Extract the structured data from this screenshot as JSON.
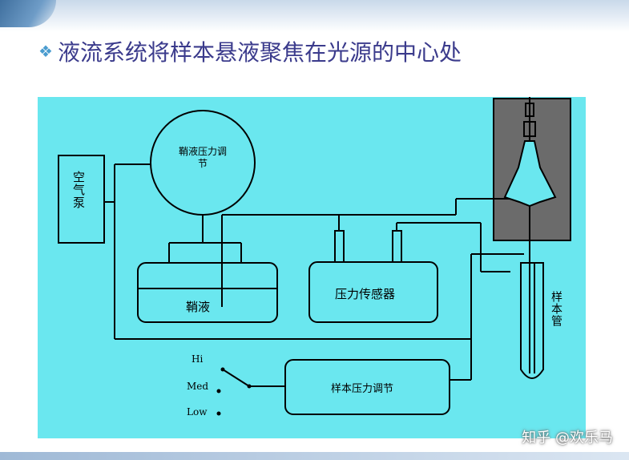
{
  "title": {
    "bullet": "❖",
    "text": "液流系统将样本悬液聚焦在光源的中心处"
  },
  "diagram": {
    "labels": {
      "air_pump": "空气泵",
      "sheath_pressure_regulator": "鞘液压力调节",
      "sheath_fluid": "鞘液",
      "pressure_sensor": "压力传感器",
      "sample_pressure_regulator": "样本压力调节",
      "sample_tube": "样本管"
    },
    "switch": {
      "hi": "Hi",
      "med": "Med",
      "low": "Low"
    },
    "colors": {
      "background": "#6ae7ef",
      "flow_cell": "#6b6b6b",
      "line": "#000000"
    }
  },
  "watermark": "知乎 @欢乐马"
}
